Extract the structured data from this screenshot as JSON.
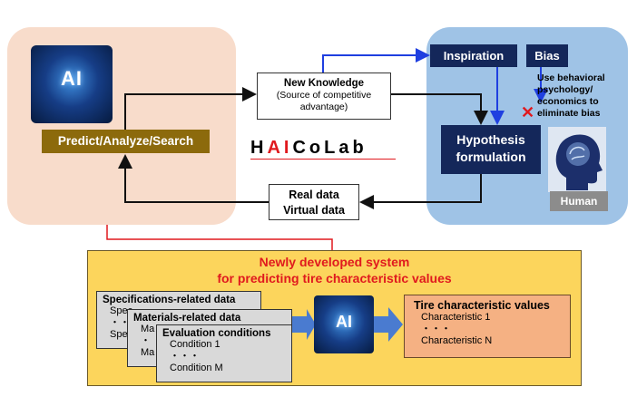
{
  "ai_panel": {
    "ai_logo": "AI",
    "label": "Predict/Analyze/Search"
  },
  "new_knowledge": {
    "title": "New Knowledge",
    "subtitle_line1": "(Source of competitive",
    "subtitle_line2": "advantage)"
  },
  "real_data": {
    "line1": "Real data",
    "line2": "Virtual data"
  },
  "brand": {
    "part1": "H",
    "part2": "AI",
    "part3": "CoLab"
  },
  "human_panel": {
    "inspiration": "Inspiration",
    "bias": "Bias",
    "behavior_line1": "Use behavioral",
    "behavior_line2": "psychology/",
    "behavior_line3": "economics to",
    "behavior_line4": "eliminate bias",
    "cross": "✕",
    "hypothesis_line1": "Hypothesis",
    "hypothesis_line2": "formulation",
    "human_label": "Human"
  },
  "system": {
    "title_line1": "Newly developed system",
    "title_line2": "for predicting tire characteristic values",
    "spec_card": {
      "title": "Specifications-related data",
      "item1": "Spec",
      "dots": "・・",
      "item2": "Spec"
    },
    "materials_card": {
      "title": "Materials-related data",
      "item1": "Ma",
      "dots": "・",
      "item2": "Ma"
    },
    "eval_card": {
      "title": "Evaluation conditions",
      "item1": "Condition 1",
      "dots": "・・・",
      "item2": "Condition M"
    },
    "ai_logo": "AI",
    "tire": {
      "title": "Tire characteristic values",
      "item1": "Characteristic 1",
      "dots": "・・・",
      "item2": "Characteristic N"
    }
  },
  "colors": {
    "ai_panel": "#f8dccb",
    "human_panel": "#9fc3e6",
    "system_panel": "#fcd55c",
    "navy": "#14275a",
    "gold": "#8c6a0c",
    "red": "#e0191e",
    "blue_arrow": "#1f3fe0",
    "tire_box": "#f5b183"
  }
}
